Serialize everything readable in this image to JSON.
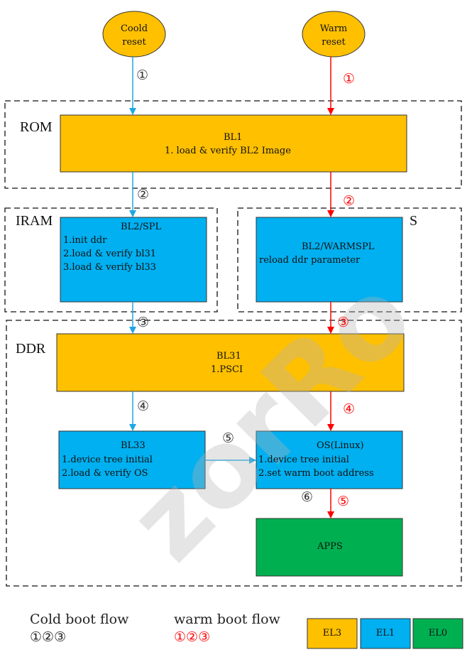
{
  "triggers": {
    "cold": "Coold\nreset",
    "warm": "Warm\nreset"
  },
  "regions": {
    "rom": "ROM",
    "iram": "IRAM",
    "secure": "S",
    "ddr": "DDR"
  },
  "blocks": {
    "bl1": {
      "title": "BL1",
      "lines": [
        "1. load & verify BL2 Image"
      ]
    },
    "bl2_spl": {
      "title": "BL2/SPL",
      "lines": [
        "1.init ddr",
        "2.load & verify bl31",
        "3.load & verify bl33"
      ]
    },
    "bl2_warmspl": {
      "title": "BL2/WARMSPL",
      "lines": [
        "reload ddr parameter"
      ]
    },
    "bl31": {
      "title": "BL31",
      "lines": [
        "1.PSCI"
      ]
    },
    "bl33": {
      "title": "BL33",
      "lines": [
        "1.device tree initial",
        "2.load & verify OS"
      ]
    },
    "os": {
      "title": "OS(Linux)",
      "lines": [
        "1.device tree initial",
        "2.set warm boot address"
      ]
    },
    "apps": {
      "title": "APPS"
    }
  },
  "step_labels": {
    "cold": [
      "①",
      "②",
      "③",
      "④",
      "⑤",
      "⑥"
    ],
    "warm": [
      "①",
      "②",
      "③",
      "④",
      "⑤"
    ]
  },
  "legend": {
    "cold_flow_title": "Cold boot flow",
    "cold_flow_steps": "①②③",
    "warm_flow_title": "warm boot flow",
    "warm_flow_steps": "①②③",
    "levels": [
      {
        "label": "EL3",
        "color": "#ffc000"
      },
      {
        "label": "EL1",
        "color": "#00b0f0"
      },
      {
        "label": "EL0",
        "color": "#00b050"
      }
    ]
  },
  "watermark": "zorRo",
  "colors": {
    "el3": "#ffc000",
    "el1": "#00b0f0",
    "el0": "#00b050",
    "cold_arrow": "#1ea7e4",
    "warm_arrow": "#ff0000"
  }
}
